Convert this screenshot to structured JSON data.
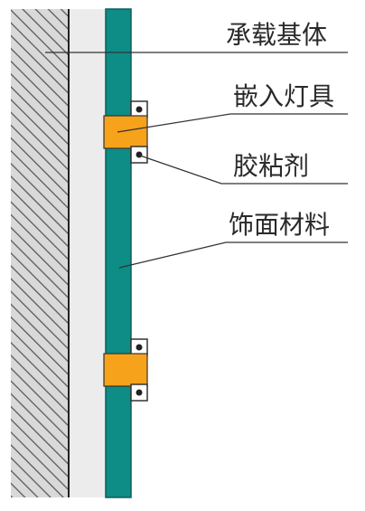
{
  "diagram": {
    "labels": {
      "substrate": "承载基体",
      "embedded_light": "嵌入灯具",
      "adhesive": "胶粘剂",
      "finish_material": "饰面材料"
    },
    "colors": {
      "substrate_hatch": "#4a4a4a",
      "substrate_fill": "#d9d9d9",
      "gap_fill": "#ececec",
      "finish_panel": "#0e8c86",
      "finish_edge": "#0a5f5b",
      "light_fixture": "#f7a21b",
      "bracket": "#ffffff",
      "leader_line": "#333333"
    }
  }
}
